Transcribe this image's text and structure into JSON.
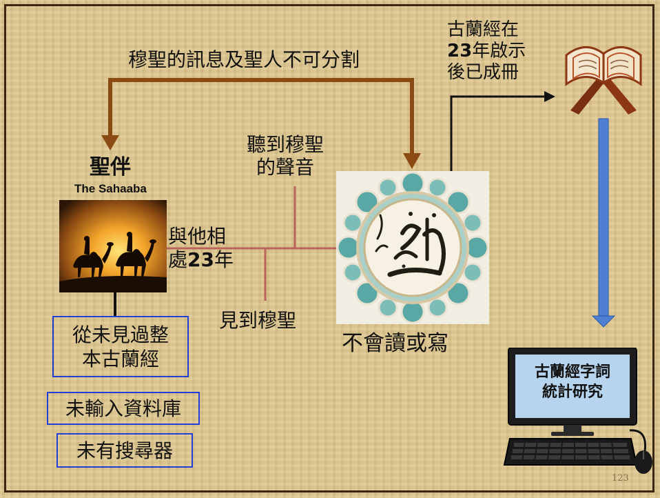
{
  "slide": {
    "page_number": "123",
    "message_label": "穆聖的訊息及聖人不可分割",
    "quran_compiled": {
      "line1": "古蘭經在",
      "line2_num": "23",
      "line2_rest": "年啟示",
      "line3": "後已成冊"
    },
    "companions": {
      "title": "聖伴",
      "subtitle": "The Sahaaba"
    },
    "heard_voice": {
      "line1": "聽到穆聖",
      "line2": "的聲音"
    },
    "lived_with": {
      "line1": "與他相",
      "line2_pre": "處",
      "line2_num": "23",
      "line2_post": "年"
    },
    "saw_prophet": "見到穆聖",
    "cannot_read_write": "不會讀或寫",
    "boxes": {
      "never_saw": {
        "line1": "從未見過整",
        "line2": "本古蘭經"
      },
      "no_database": "未輸入資料庫",
      "no_search_engine": "未有搜尋器"
    },
    "computer_label": {
      "line1": "古蘭經字詞",
      "line2": "統計研究"
    }
  }
}
